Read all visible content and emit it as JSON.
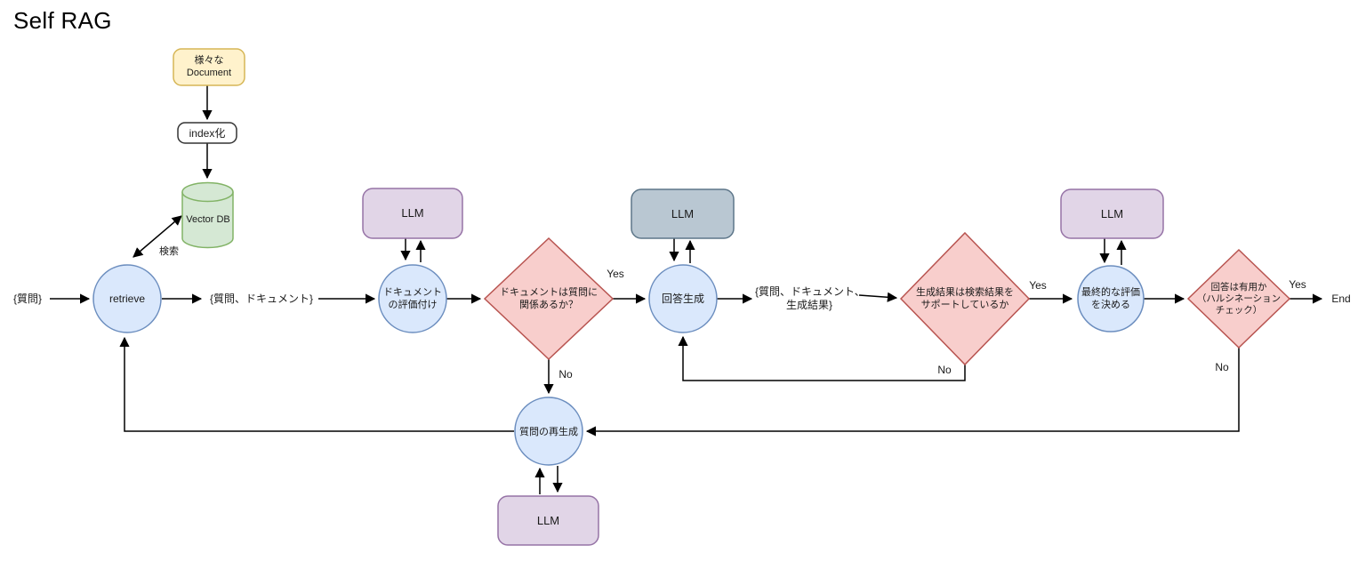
{
  "title": "Self RAG",
  "colors": {
    "circle_fill": "#dae8fc",
    "circle_stroke": "#6c8ebf",
    "purple_fill": "#e1d5e7",
    "purple_stroke": "#9673a6",
    "gray_fill": "#b9c7d2",
    "gray_stroke": "#5d7689",
    "yellow_fill": "#fff2cc",
    "yellow_stroke": "#d6b656",
    "green_fill": "#d5e8d4",
    "green_stroke": "#82b366",
    "diamond_fill": "#f8cecc",
    "diamond_stroke": "#b85450",
    "connector": "#000000"
  },
  "nodes": {
    "doc_source": {
      "line1": "様々な",
      "line2": "Document"
    },
    "index": {
      "label": "index化"
    },
    "vector_db": {
      "label": "Vector DB"
    },
    "retrieve": {
      "label": "retrieve"
    },
    "grade_docs": {
      "line1": "ドキュメント",
      "line2": "の評価付け"
    },
    "llm_grade": {
      "label": "LLM"
    },
    "relevance_check": {
      "line1": "ドキュメントは質問に",
      "line2": "関係あるか？"
    },
    "generate": {
      "label": "回答生成"
    },
    "llm_generate": {
      "label": "LLM"
    },
    "support_check": {
      "line1": "生成結果は検索結果を",
      "line2": "サポートしているか"
    },
    "final_eval": {
      "line1": "最終的な評価",
      "line2": "を決める"
    },
    "llm_final": {
      "label": "LLM"
    },
    "useful_check": {
      "line1": "回答は有用か",
      "line2": "（ハルシネーション",
      "line3": "チェック）"
    },
    "regenerate": {
      "label": "質問の再生成"
    },
    "llm_regenerate": {
      "label": "LLM"
    }
  },
  "edge_labels": {
    "question": "{質問}",
    "search": "検索",
    "question_document": "{質問、ドキュメント}",
    "qdr_line1": "{質問、ドキュメント、",
    "qdr_line2": "生成結果}",
    "relevance_yes": "Yes",
    "relevance_no": "No",
    "support_yes": "Yes",
    "support_no": "No",
    "useful_yes": "Yes",
    "useful_no": "No",
    "end": "End"
  }
}
